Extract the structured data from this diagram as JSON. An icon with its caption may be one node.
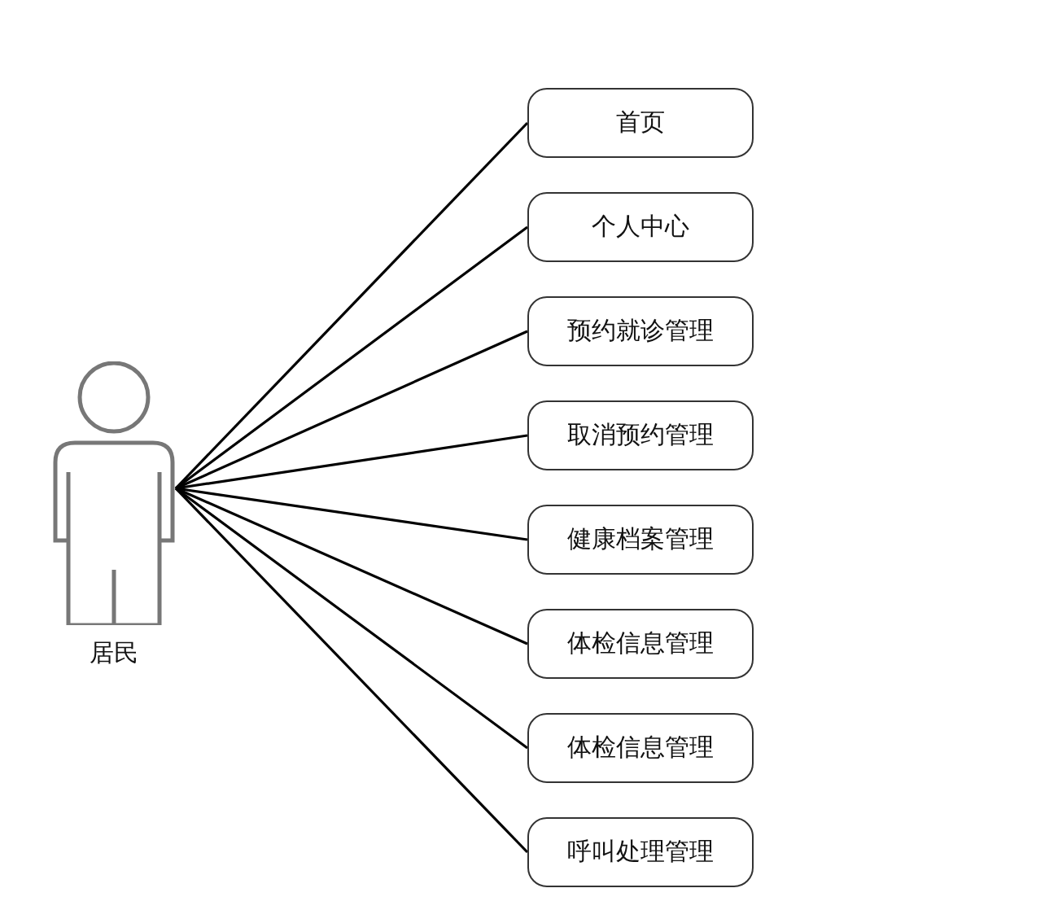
{
  "diagram": {
    "nodes": [
      {
        "text": [
          "居民"
        ]
      },
      {
        "text": [
          "首页"
        ]
      },
      {
        "text": [
          "个人中心"
        ]
      },
      {
        "text": [
          "预约就诊管理"
        ]
      },
      {
        "text": [
          "取消预约管理"
        ]
      },
      {
        "text": [
          "健康档案管理"
        ]
      },
      {
        "text": [
          "体检信息管理"
        ]
      },
      {
        "text": [
          "体检信息管理"
        ]
      },
      {
        "text": [
          "呼叫处理管理"
        ]
      }
    ],
    "edges": [
      {
        "from": 0,
        "to": 1,
        "arrow": "none"
      },
      {
        "from": 0,
        "to": 2,
        "arrow": "none"
      },
      {
        "from": 0,
        "to": 3,
        "arrow": "none"
      },
      {
        "from": 0,
        "to": 4,
        "arrow": "none"
      },
      {
        "from": 0,
        "to": 5,
        "arrow": "none"
      },
      {
        "from": 0,
        "to": 6,
        "arrow": "none"
      },
      {
        "from": 0,
        "to": 7,
        "arrow": "none"
      },
      {
        "from": 0,
        "to": 8,
        "arrow": "none"
      }
    ]
  }
}
